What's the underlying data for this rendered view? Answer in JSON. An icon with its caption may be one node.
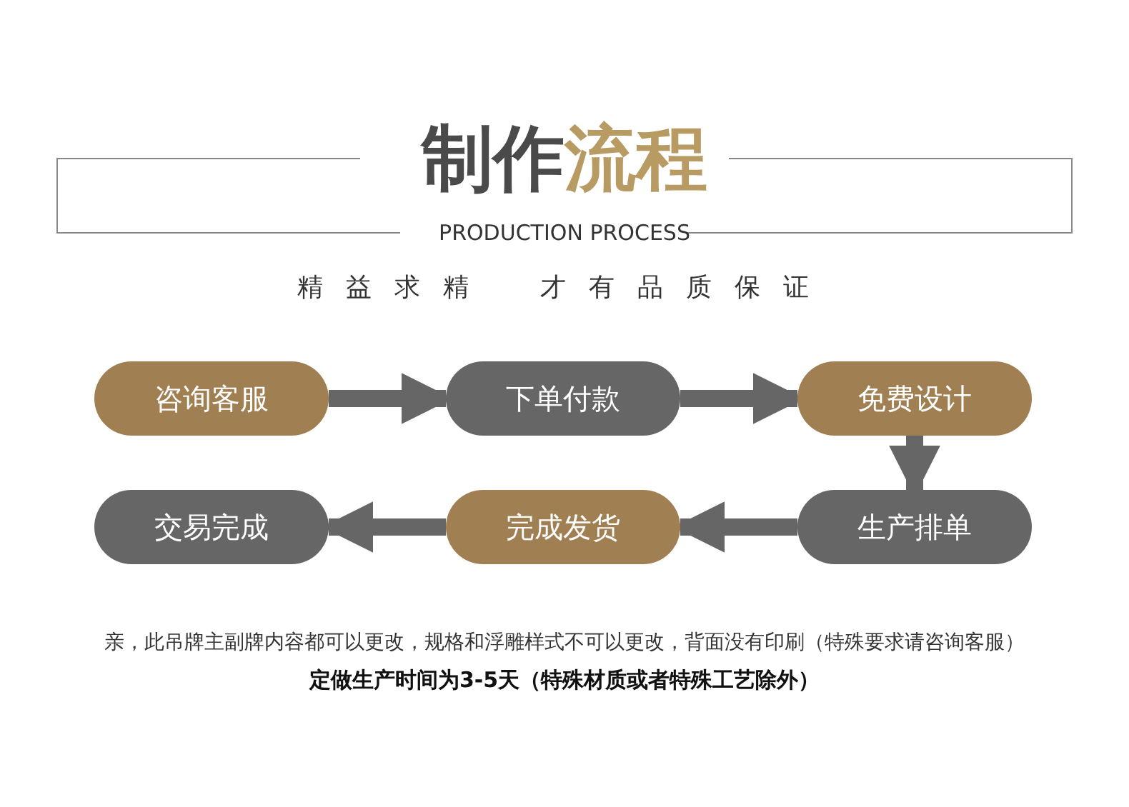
{
  "diagram": {
    "title": "制作流程",
    "nodes": [
      {
        "text": [
          "咨询客服"
        ]
      },
      {
        "text": [
          "下单付款"
        ]
      },
      {
        "text": [
          "免费设计"
        ]
      },
      {
        "text": [
          "生产排单"
        ]
      },
      {
        "text": [
          "完成发货"
        ]
      },
      {
        "text": [
          "交易完成"
        ]
      }
    ],
    "edges": [
      {
        "from": 0,
        "to": 1,
        "arrow": "to"
      },
      {
        "from": 1,
        "to": 2,
        "arrow": "to"
      },
      {
        "from": 2,
        "to": 3,
        "arrow": "to"
      },
      {
        "from": 3,
        "to": 4,
        "arrow": "to"
      },
      {
        "from": 4,
        "to": 5,
        "arrow": "to"
      }
    ],
    "labels": [
      "PRODUCTION PROCESS",
      "精益求精　才有品质保证",
      "亲，此吊牌主副牌内容都可以更改，规格和浮雕样式不可以更改，背面没有印刷（特殊要求请咨询客服）",
      "定做生产时间为3-5天（特殊材质或者特殊工艺除外）"
    ]
  }
}
